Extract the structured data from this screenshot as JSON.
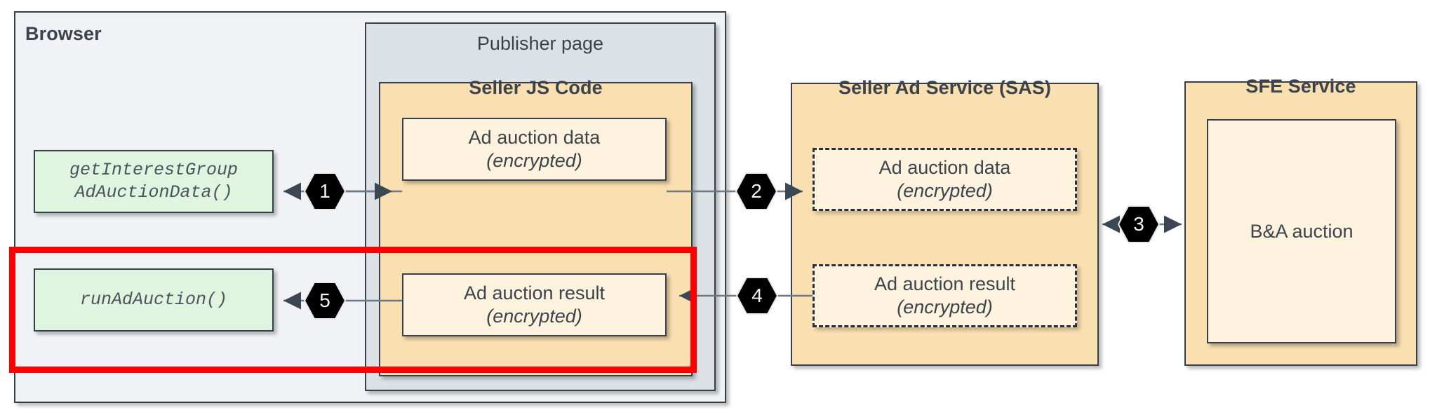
{
  "diagram": {
    "title_semantic": "protected-audience-bidding-and-auction-flow",
    "colors": {
      "browser_bg": "#f0f2f5",
      "publisher_bg": "#dce1e6",
      "service_bg": "#fadfb0",
      "cell_bg": "#fdf2dd",
      "api_bg": "#e0f5e0",
      "stroke": "#36404a",
      "text": "#3b444d",
      "highlight": "#ff0000",
      "hexagon": "#000000",
      "hexagon_text": "#f2f2f2"
    },
    "containers": {
      "browser": {
        "label": "Browser"
      },
      "publisher_page": {
        "label": "Publisher page"
      },
      "seller_js_code": {
        "label": "Seller JS Code"
      },
      "seller_ad_service": {
        "label": "Seller Ad Service (SAS)"
      },
      "sfe_service": {
        "label": "SFE Service"
      }
    },
    "browser_apis": [
      {
        "name": "get-interest-group-ad-auction-data-api",
        "line1": "getInterestGroup",
        "line2": "AdAuctionData()"
      },
      {
        "name": "run-ad-auction-api",
        "line1": "runAdAuction()",
        "line2": ""
      }
    ],
    "seller_js_cells": [
      {
        "name": "ad-auction-data-cell",
        "line1": "Ad auction data",
        "line2": "(encrypted)"
      },
      {
        "name": "ad-auction-result-cell",
        "line1": "Ad auction result",
        "line2": "(encrypted)"
      }
    ],
    "sas_cells": [
      {
        "name": "sas-ad-auction-data-cell",
        "line1": "Ad auction data",
        "line2": "(encrypted)"
      },
      {
        "name": "sas-ad-auction-result-cell",
        "line1": "Ad auction result",
        "line2": "(encrypted)"
      }
    ],
    "sfe_cells": [
      {
        "name": "ba-auction-cell",
        "line1": "B&A auction",
        "line2": ""
      }
    ],
    "step_markers": [
      {
        "id": "1",
        "label": "1",
        "from": "seller-js-ad-auction-data",
        "to": "getInterestGroupAdAuctionData"
      },
      {
        "id": "2",
        "label": "2",
        "from": "seller-js-ad-auction-data",
        "to": "sas-ad-auction-data"
      },
      {
        "id": "3",
        "label": "3",
        "from": "seller-ad-service",
        "to": "sfe-service"
      },
      {
        "id": "4",
        "label": "4",
        "from": "sas-ad-auction-result",
        "to": "seller-js-ad-auction-result"
      },
      {
        "id": "5",
        "label": "5",
        "from": "seller-js-ad-auction-result",
        "to": "runAdAuction"
      }
    ],
    "highlight_region": {
      "name": "run-ad-auction-highlight",
      "note": "red emphasis rectangle"
    }
  }
}
